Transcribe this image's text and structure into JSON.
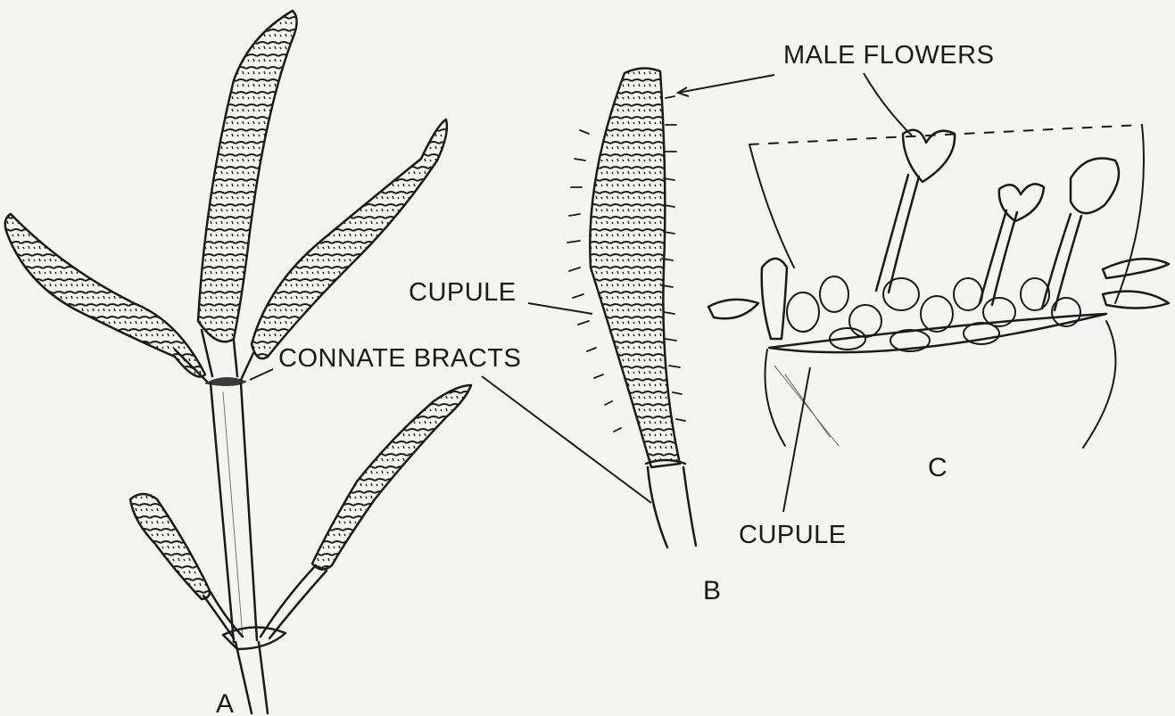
{
  "labels": {
    "male_flowers": "MALE FLOWERS",
    "cupule_b": "CUPULE",
    "connate_bracts": "CONNATE BRACTS",
    "cupule_c": "CUPULE",
    "panel_a": "A",
    "panel_b": "B",
    "panel_c": "C"
  },
  "colors": {
    "ink": "#1a1a1a",
    "paper": "#f4f4f2"
  }
}
